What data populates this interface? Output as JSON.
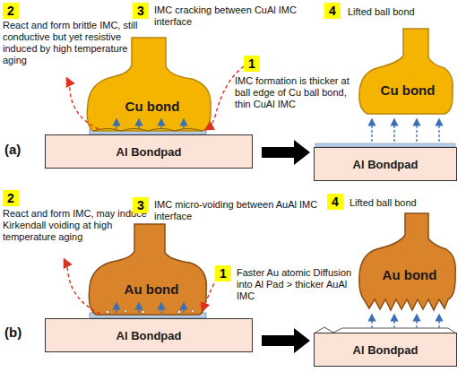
{
  "diagram": {
    "nodes": [
      {
        "text": [
          "Cu bond"
        ]
      },
      {
        "text": [
          "Al Bondpad"
        ]
      },
      {
        "text": [
          "Cu bond"
        ]
      },
      {
        "text": [
          "Al Bondpad"
        ]
      },
      {
        "text": [
          "Au bond"
        ]
      },
      {
        "text": [
          "Al Bondpad"
        ]
      },
      {
        "text": [
          "Au bond"
        ]
      },
      {
        "text": [
          "Al Bondpad"
        ]
      }
    ],
    "labels": [
      "2",
      "React and form brittle IMC, still conductive but yet resistive induced by high temperature aging",
      "3",
      "IMC cracking between CuAl IMC interface",
      "4",
      "Lifted ball bond",
      "1",
      "IMC formation is thicker at ball edge of Cu ball bond, thin CuAl IMC",
      "(a)",
      "2",
      "React and form IMC, may induce Kirkendall voiding at high temperature aging",
      "3",
      "IMC micro-voiding between AuAl IMC interface",
      "4",
      "Lifted ball bond",
      "1",
      "Faster Au atomic Diffusion into Al Pad > thicker AuAl IMC",
      "(b)"
    ]
  }
}
